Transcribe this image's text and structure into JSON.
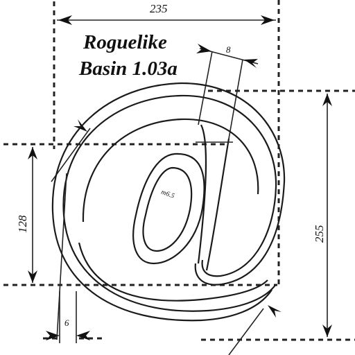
{
  "title": {
    "line1": "Roguelike",
    "line2": "Basin 1.03a"
  },
  "dimensions": {
    "top_width": "235",
    "left_height": "128",
    "right_height": "255",
    "bottom_offset": "6",
    "stroke_width": "8",
    "inner_label": "m6.5"
  },
  "glyph": {
    "character": "@"
  }
}
